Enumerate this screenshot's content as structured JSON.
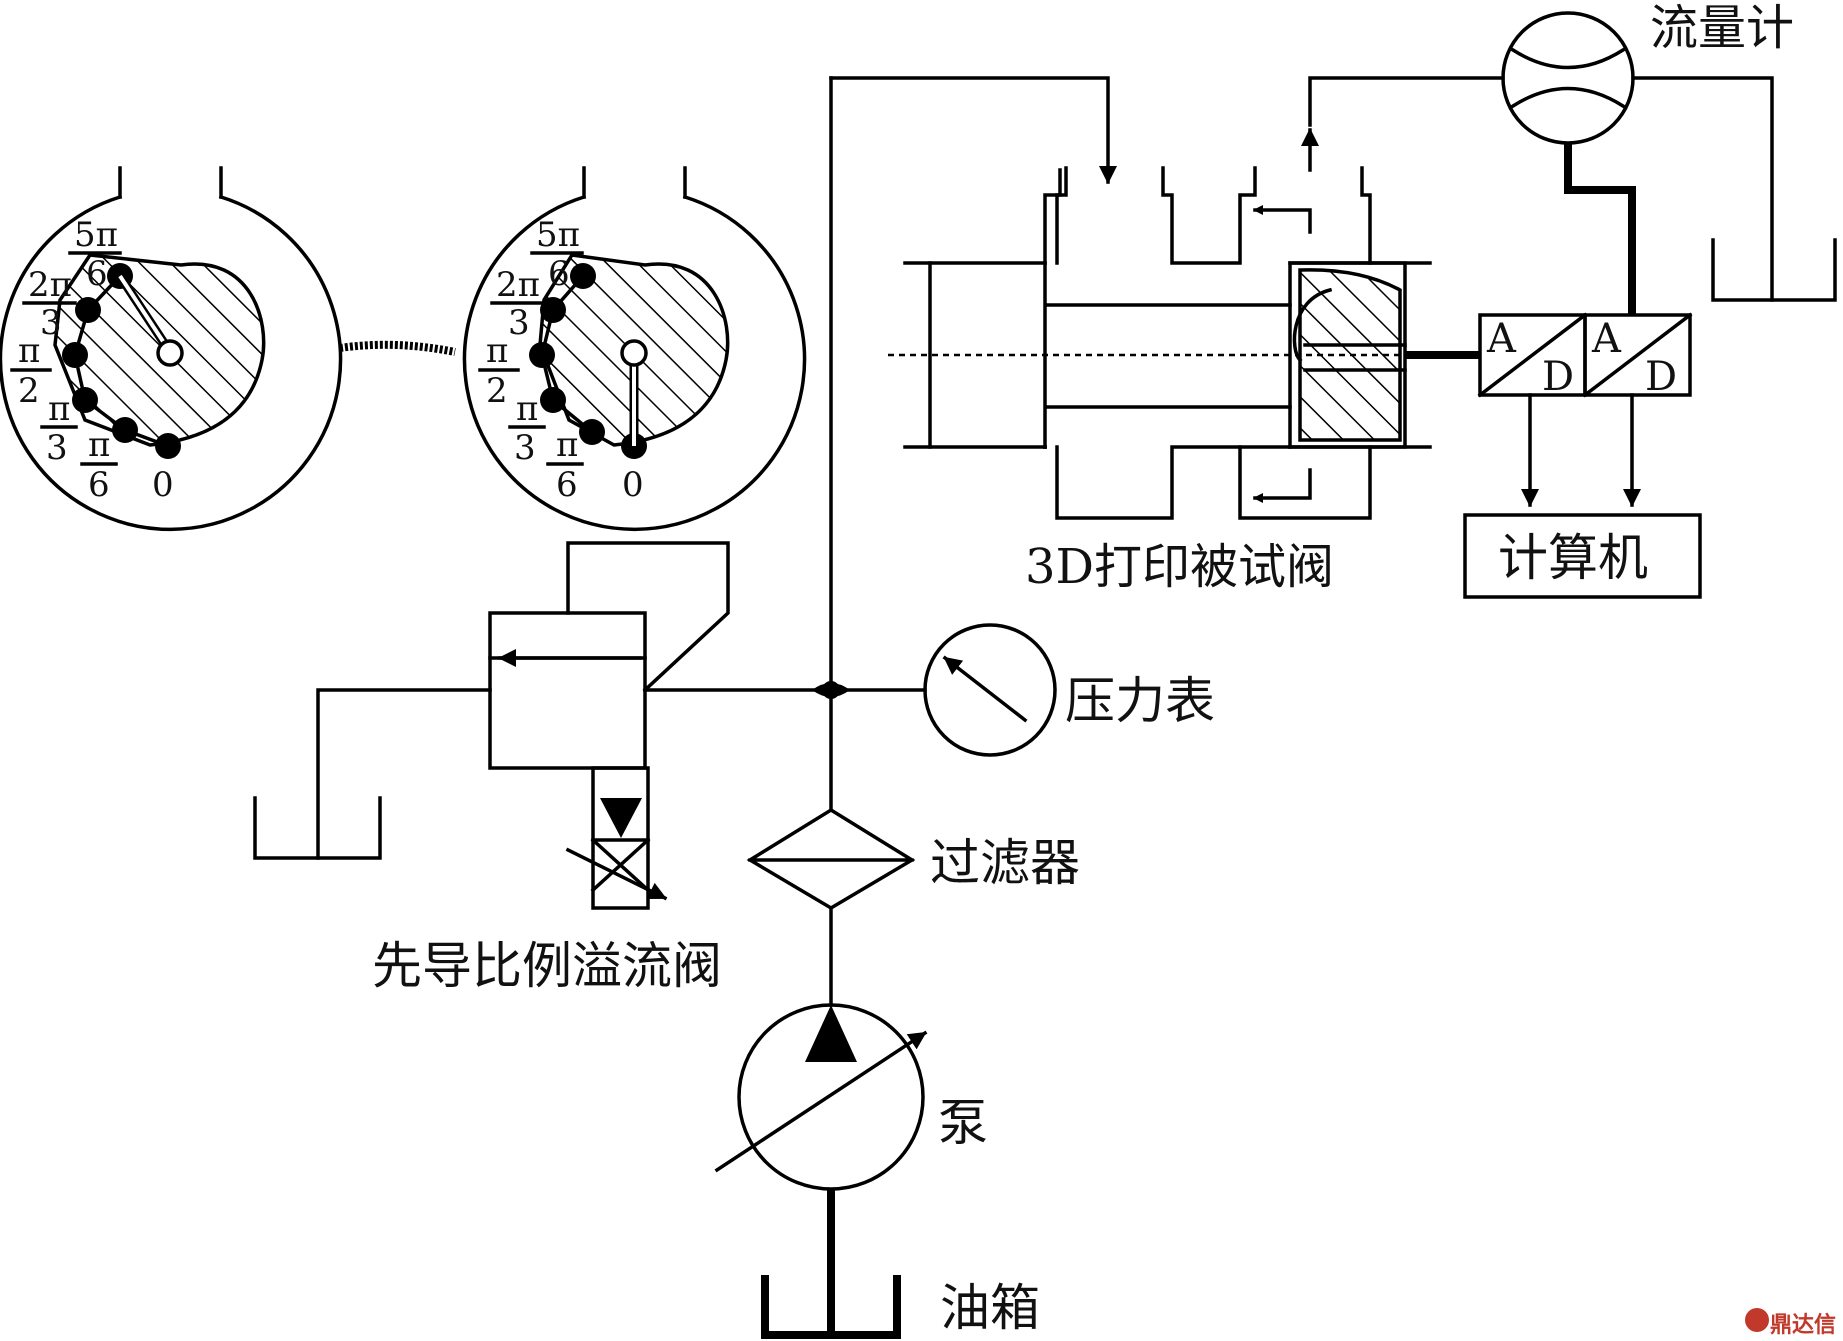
{
  "labels": {
    "flowmeter": "流量计",
    "test_valve": "3D打印被试阀",
    "computer": "计算机",
    "pressure_gauge": "压力表",
    "filter": "过滤器",
    "relief_valve": "先导比例溢流阀",
    "pump": "泵",
    "tank": "油箱",
    "ad_a": "A",
    "ad_d": "D"
  },
  "angle_labels": {
    "five_pi_6_num": "5π",
    "five_pi_6_den": "6",
    "two_pi_3_num": "2π",
    "two_pi_3_den": "3",
    "pi_2_num": "π",
    "pi_2_den": "2",
    "pi_3_num": "π",
    "pi_3_den": "3",
    "pi_6_num": "π",
    "pi_6_den": "6",
    "zero": "0"
  },
  "watermark": "鼎达信",
  "colors": {
    "line": "#000000",
    "watermark": "#c0392b"
  }
}
